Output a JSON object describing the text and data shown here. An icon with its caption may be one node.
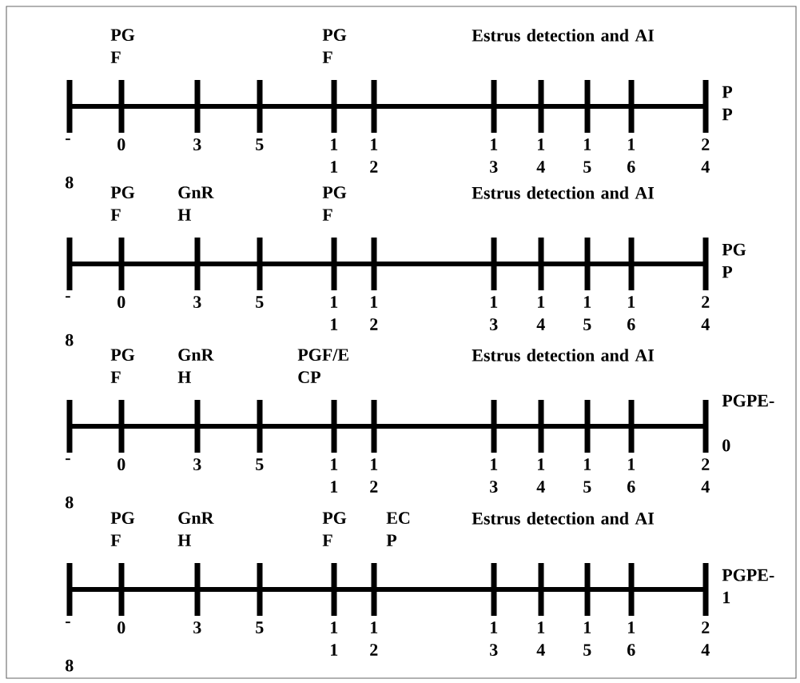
{
  "diagram": {
    "labels": [
      "PG F",
      "PG F",
      "Estrus detection and AI",
      "P P",
      "- 8",
      "0",
      "3",
      "5",
      "1 1",
      "1 2",
      "1 3",
      "1 4",
      "1 5",
      "1 6",
      "2 4",
      "PG F",
      "GnR H",
      "PG F",
      "Estrus detection and AI",
      "PG P",
      "- 8",
      "0",
      "3",
      "5",
      "1 1",
      "1 2",
      "1 3",
      "1 4",
      "1 5",
      "1 6",
      "2 4",
      "PG F",
      "GnR H",
      "PGF/E CP",
      "Estrus detection and AI",
      "PGPE- 0",
      "- 8",
      "0",
      "3",
      "5",
      "1 1",
      "1 2",
      "1 3",
      "1 4",
      "1 5",
      "1 6",
      "2 4",
      "PG F",
      "GnR H",
      "PG F",
      "EC P",
      "Estrus detection and AI",
      "PGPE-1",
      "- 8",
      "0",
      "3",
      "5",
      "1 1",
      "1 2",
      "1 3",
      "1 4",
      "1 5",
      "1 6",
      "2 4"
    ]
  }
}
